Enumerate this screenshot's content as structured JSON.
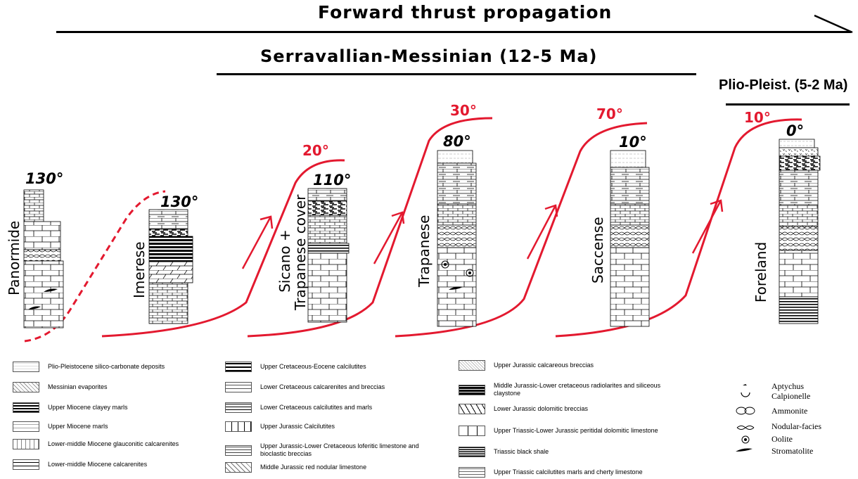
{
  "titles": {
    "main": "Forward thrust propagation",
    "period1": "Serravallian-Messinian (12-5 Ma)",
    "period2": "Plio-Pleist. (5-2 Ma)"
  },
  "domains": [
    {
      "name": "Panormide",
      "angle": "130°",
      "rotation": ""
    },
    {
      "name": "Imerese",
      "angle": "130°",
      "rotation": ""
    },
    {
      "name": "Sicano +",
      "name2": "Trapanese cover",
      "angle": "110°",
      "rotation": "20°"
    },
    {
      "name": "Trapanese",
      "angle": "80°",
      "rotation": "30°"
    },
    {
      "name": "Saccense",
      "angle": "10°",
      "rotation": "70°"
    },
    {
      "name": "Foreland",
      "angle": "0°",
      "rotation": "10°"
    }
  ],
  "legend": {
    "col1": [
      "Plio-Pleistocene silico-carbonate deposits",
      "Messinian evaporites",
      "Upper Miocene clayey marls",
      "Upper Miocene marls",
      "Lower-middle Miocene glauconitic calcarenites",
      "Lower-middle Miocene calcarenites"
    ],
    "col2": [
      "Upper Cretaceous-Eocene calcilutites",
      "Lower Cretaceous calcarenites and breccias",
      "Lower Cretaceous calcilutites and marls",
      "Upper Jurassic Calcilutites",
      "Upper Jurassic-Lower Cretaceous loferitic limestone and bioclastic breccias",
      "Middle Jurassic red nodular limestone"
    ],
    "col3": [
      "Upper Jurassic calcareous breccias",
      "Middle Jurassic-Lower cretaceous radiolarites and siliceous claystone",
      "Lower Jurassic dolomitic breccias",
      "Upper Triassic-Lower Jurassic peritidal dolomitic limestone",
      "Triassic black shale",
      "Upper Triassic calcilutites marls and cherty limestone"
    ],
    "symbols": [
      "Aptychus",
      "Calpionelle",
      "Ammonite",
      "Nodular-facies",
      "Oolite",
      "Stromatolite"
    ]
  },
  "colors": {
    "thrust": "#e3192f",
    "ink": "#000000"
  }
}
